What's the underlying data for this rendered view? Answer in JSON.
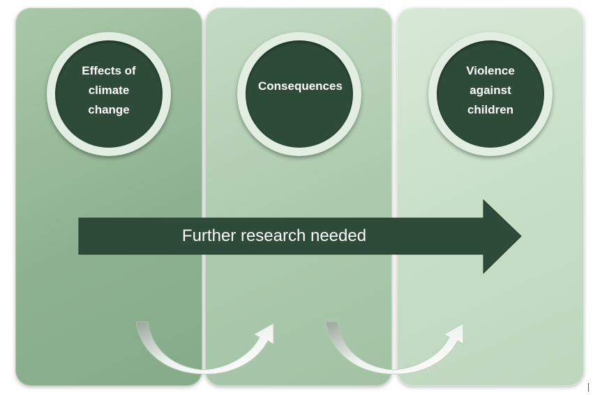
{
  "steps": [
    {
      "label": "Effects of climate change"
    },
    {
      "label": "Consequences"
    },
    {
      "label": "Violence against children"
    }
  ],
  "arrow": {
    "label": "Further research needed"
  },
  "colors": {
    "dark_green": "#2e4b3a",
    "panel_1": "#8fb391",
    "panel_2": "#acc9ad",
    "panel_3": "#c6dec6",
    "ring": "#e2eee1"
  }
}
